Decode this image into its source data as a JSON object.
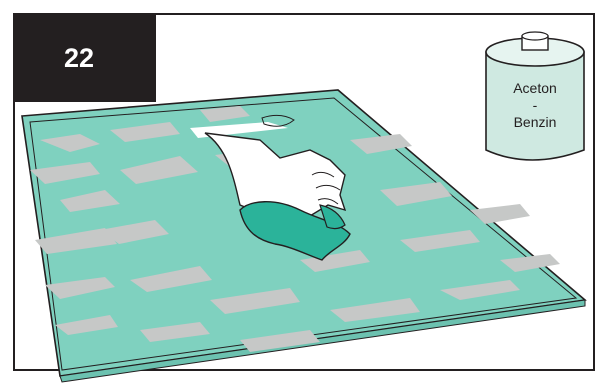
{
  "step_number": "22",
  "can_label": {
    "line1": "Aceton",
    "line2": "-",
    "line3": "Benzin"
  },
  "colors": {
    "frame": "#231f20",
    "glass_teal": "#7fd1bf",
    "smudge_gray": "#c6c8c7",
    "cloth": "#2bb39a",
    "can_body": "#cfe9e1"
  },
  "icons": [
    "solvent-can-icon",
    "hand-icon",
    "cloth-icon",
    "glass-panel-icon"
  ]
}
